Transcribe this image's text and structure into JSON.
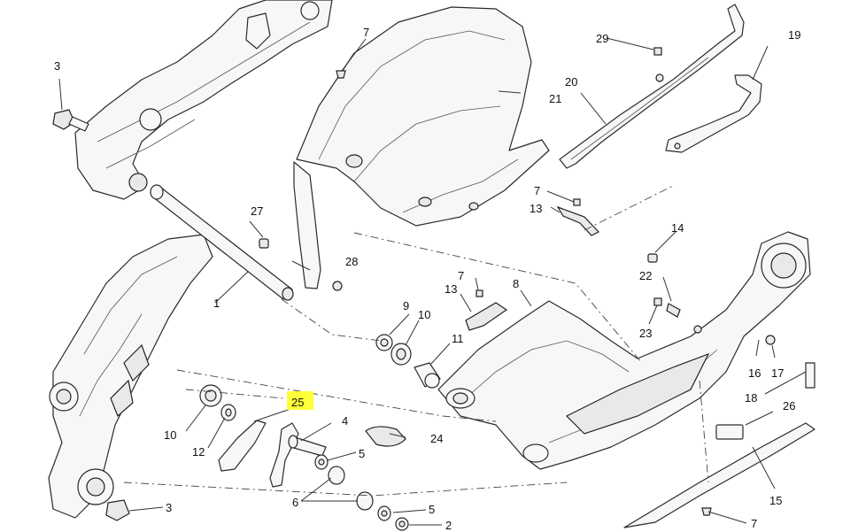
{
  "labels": [
    {
      "id": "c1",
      "text": "1"
    },
    {
      "id": "c2",
      "text": "2"
    },
    {
      "id": "c3a",
      "text": "3"
    },
    {
      "id": "c3b",
      "text": "3"
    },
    {
      "id": "c4",
      "text": "4"
    },
    {
      "id": "c5a",
      "text": "5"
    },
    {
      "id": "c5b",
      "text": "5"
    },
    {
      "id": "c6",
      "text": "6"
    },
    {
      "id": "c7a",
      "text": "7"
    },
    {
      "id": "c7b",
      "text": "7"
    },
    {
      "id": "c7c",
      "text": "7"
    },
    {
      "id": "c7d",
      "text": "7"
    },
    {
      "id": "c8",
      "text": "8"
    },
    {
      "id": "c9",
      "text": "9"
    },
    {
      "id": "c10a",
      "text": "10"
    },
    {
      "id": "c10b",
      "text": "10"
    },
    {
      "id": "c11",
      "text": "11"
    },
    {
      "id": "c12",
      "text": "12"
    },
    {
      "id": "c13a",
      "text": "13"
    },
    {
      "id": "c13b",
      "text": "13"
    },
    {
      "id": "c14",
      "text": "14"
    },
    {
      "id": "c15",
      "text": "15"
    },
    {
      "id": "c16",
      "text": "16"
    },
    {
      "id": "c17",
      "text": "17"
    },
    {
      "id": "c18",
      "text": "18"
    },
    {
      "id": "c19",
      "text": "19"
    },
    {
      "id": "c20",
      "text": "20"
    },
    {
      "id": "c21",
      "text": "21"
    },
    {
      "id": "c22",
      "text": "22"
    },
    {
      "id": "c23",
      "text": "23"
    },
    {
      "id": "c24",
      "text": "24"
    },
    {
      "id": "c25",
      "text": "25"
    },
    {
      "id": "c26",
      "text": "26"
    },
    {
      "id": "c27",
      "text": "27"
    },
    {
      "id": "c28",
      "text": "28"
    },
    {
      "id": "c29",
      "text": "29"
    }
  ],
  "highlight": {
    "label_id": "c25",
    "color": "#ffff3a"
  }
}
